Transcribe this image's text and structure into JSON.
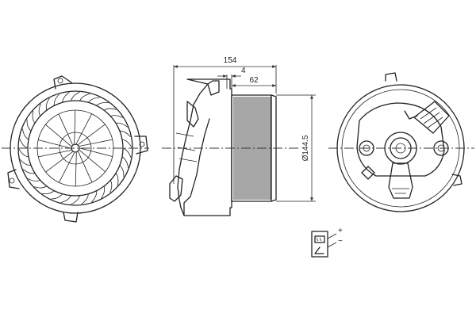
{
  "dimensions": {
    "overall_length": "154",
    "offset": "4",
    "wheel_width": "62",
    "diameter": "Ø144.5"
  },
  "connector": {
    "plus": "+",
    "minus": "−"
  }
}
